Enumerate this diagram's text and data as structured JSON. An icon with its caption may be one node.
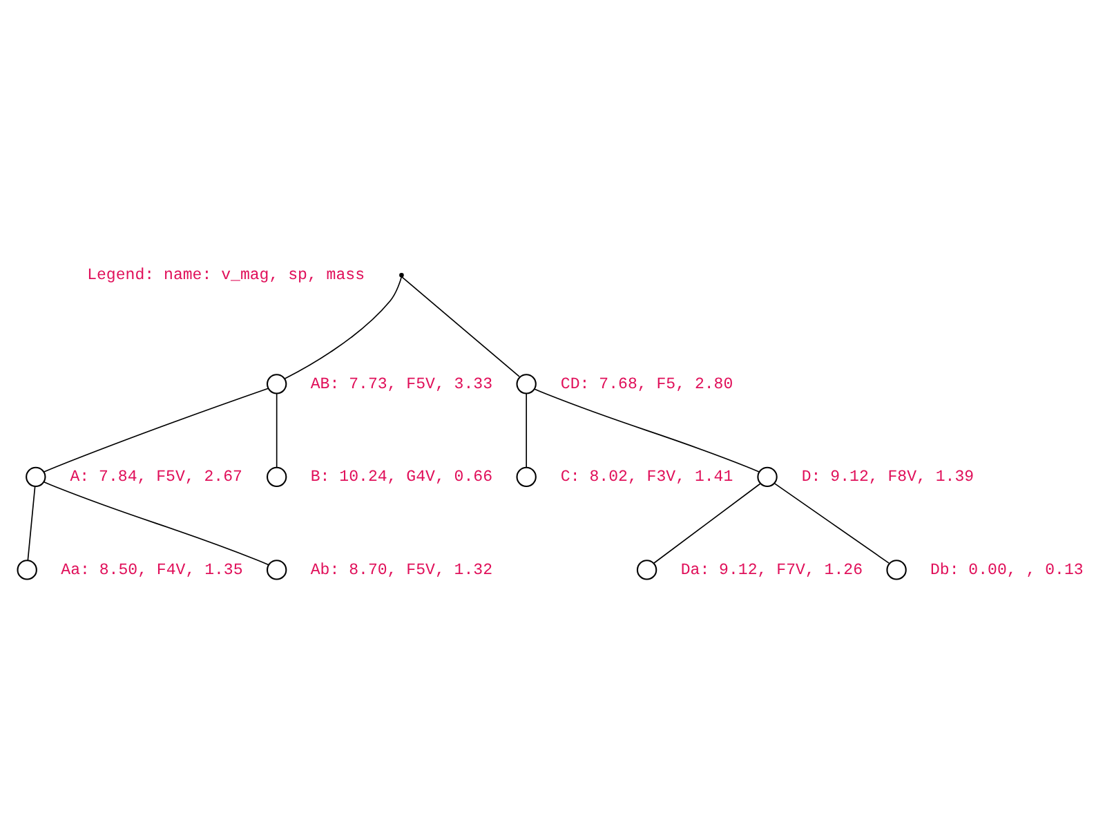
{
  "diagram": {
    "nodes": [
      {
        "text": [],
        "shape": "point"
      },
      {
        "text": [],
        "shape": "circle",
        "beside": [
          "AB: 7.73, F5V, 3.33"
        ]
      },
      {
        "text": [],
        "shape": "circle",
        "beside": [
          "A: 7.84, F5V, 2.67"
        ]
      },
      {
        "text": [],
        "shape": "circle",
        "beside": [
          "Aa: 8.50, F4V, 1.35"
        ]
      },
      {
        "text": [],
        "shape": "circle",
        "beside": [
          "Ab: 8.70, F5V, 1.32"
        ]
      },
      {
        "text": [],
        "shape": "circle",
        "beside": [
          "B: 10.24, G4V, 0.66"
        ]
      },
      {
        "text": [],
        "shape": "circle",
        "beside": [
          "CD: 7.68, F5, 2.80"
        ]
      },
      {
        "text": [],
        "shape": "circle",
        "beside": [
          "C: 8.02, F3V, 1.41"
        ]
      },
      {
        "text": [],
        "shape": "circle",
        "beside": [
          "D: 9.12, F8V, 1.39"
        ]
      },
      {
        "text": [],
        "shape": "circle",
        "beside": [
          "Da: 9.12, F7V, 1.26"
        ]
      },
      {
        "text": [],
        "shape": "circle",
        "beside": [
          "Db: 0.00, , 0.13"
        ]
      }
    ],
    "edges": [
      {
        "from": 0,
        "to": 1,
        "arrow": "none"
      },
      {
        "from": 1,
        "to": 2,
        "arrow": "none"
      },
      {
        "from": 2,
        "to": 3,
        "arrow": "none"
      },
      {
        "from": 2,
        "to": 4,
        "arrow": "none"
      },
      {
        "from": 1,
        "to": 5,
        "arrow": "none"
      },
      {
        "from": 0,
        "to": 6,
        "arrow": "none"
      },
      {
        "from": 6,
        "to": 7,
        "arrow": "none"
      },
      {
        "from": 6,
        "to": 8,
        "arrow": "none"
      },
      {
        "from": 8,
        "to": 9,
        "arrow": "none"
      },
      {
        "from": 8,
        "to": 10,
        "arrow": "none"
      }
    ],
    "labels": [
      "Legend: name: v_mag, sp, mass"
    ]
  }
}
